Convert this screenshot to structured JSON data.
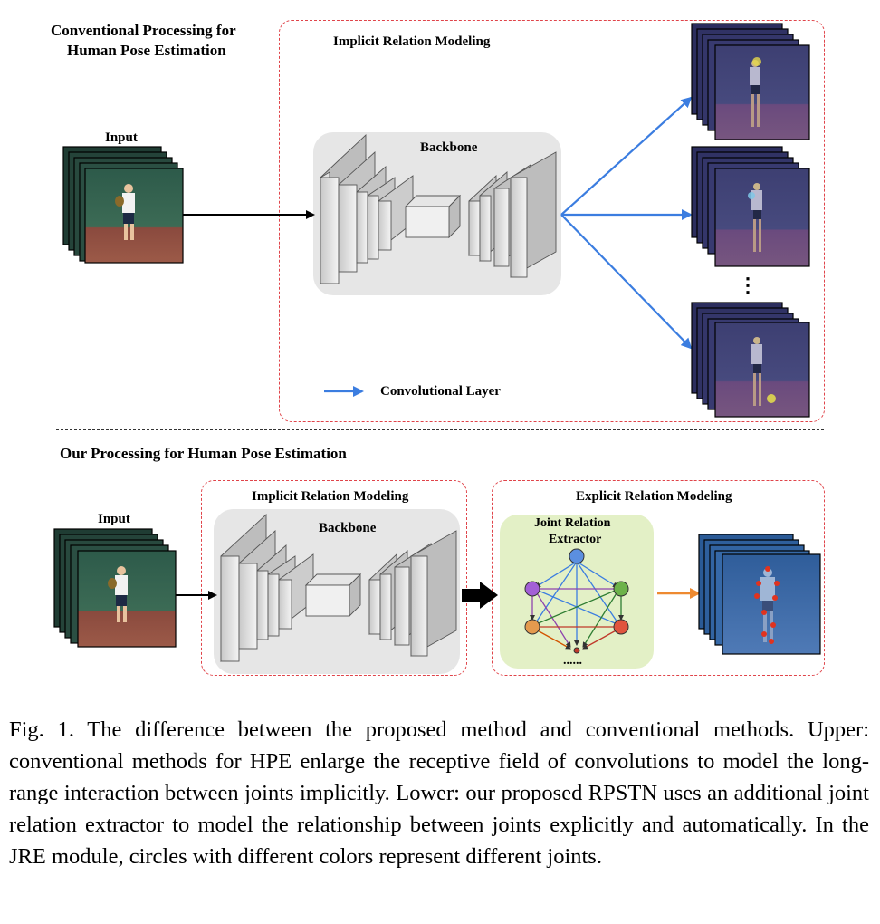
{
  "upper": {
    "heading_line1": "Conventional Processing for",
    "heading_line2": "Human Pose Estimation",
    "box_title": "Implicit Relation Modeling",
    "input_label": "Input",
    "backbone_label": "Backbone",
    "legend_label": "Convolutional Layer",
    "ellipsis": "⋮"
  },
  "lower": {
    "heading": "Our Processing for Human Pose Estimation",
    "implicit_title": "Implicit Relation Modeling",
    "explicit_title": "Explicit Relation Modeling",
    "input_label": "Input",
    "backbone_label": "Backbone",
    "jre_line1": "Joint Relation",
    "jre_line2": "Extractor",
    "jre_dots": "......"
  },
  "joint_colors": {
    "top": "#5b8fe0",
    "left_upper": "#a35fd6",
    "right_upper": "#6db24a",
    "left_lower": "#e49a4e",
    "right_lower": "#e0553e",
    "bottom": "#c0392b"
  },
  "arrow_colors": {
    "convolutional": "#3b7de0",
    "output": "#ee8a30",
    "flow": "#000000"
  },
  "caption": "Fig. 1.   The difference between the proposed method and conventional methods. Upper: conventional methods for HPE enlarge the receptive field of convolutions to model the long-range interaction between joints implicitly. Lower: our proposed RPSTN uses an additional joint relation extractor to model the relationship between joints explicitly and automatically. In the JRE module, circles with different colors represent different joints."
}
